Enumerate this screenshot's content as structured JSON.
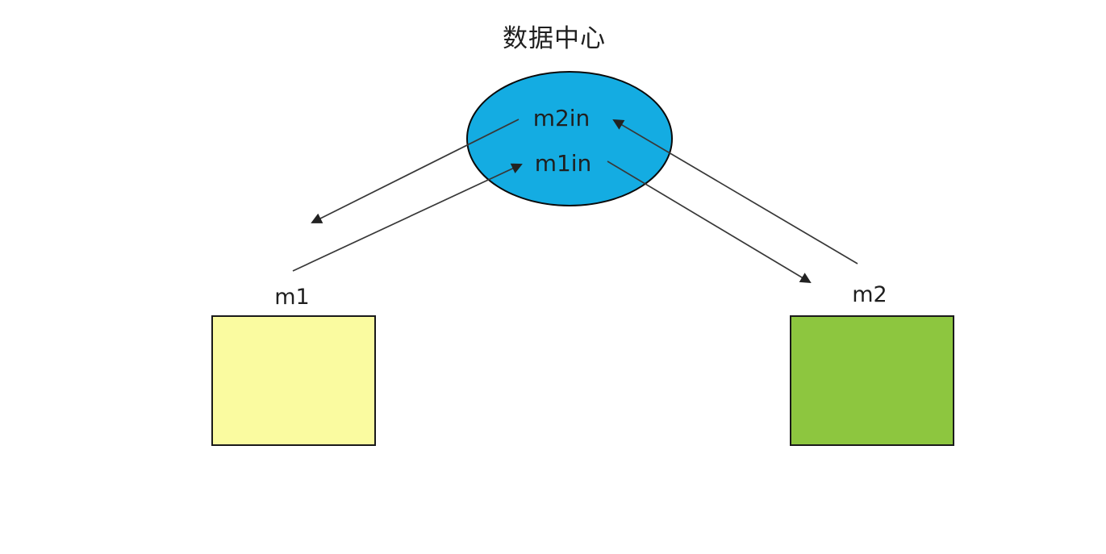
{
  "title": "数据中心",
  "hub": {
    "name": "数据中心",
    "ports": {
      "m2in": "m2in",
      "m1in": "m1in"
    }
  },
  "nodes": {
    "m1": {
      "label": "m1"
    },
    "m2": {
      "label": "m2"
    }
  },
  "edges": [
    {
      "from": "hub:m2in",
      "to": "m1",
      "direction": "hub-to-m1"
    },
    {
      "from": "m1",
      "to": "hub:m1in",
      "direction": "m1-to-hub"
    },
    {
      "from": "hub:m1in",
      "to": "m2",
      "direction": "hub-to-m2"
    },
    {
      "from": "m2",
      "to": "hub:m2in",
      "direction": "m2-to-hub"
    }
  ],
  "colors": {
    "hub_fill": "#14ACE2",
    "m1_fill": "#FAFBA0",
    "m2_fill": "#8DC63F",
    "line": "#383838",
    "text": "#1F1F1F",
    "background": "#FFFFFF"
  }
}
